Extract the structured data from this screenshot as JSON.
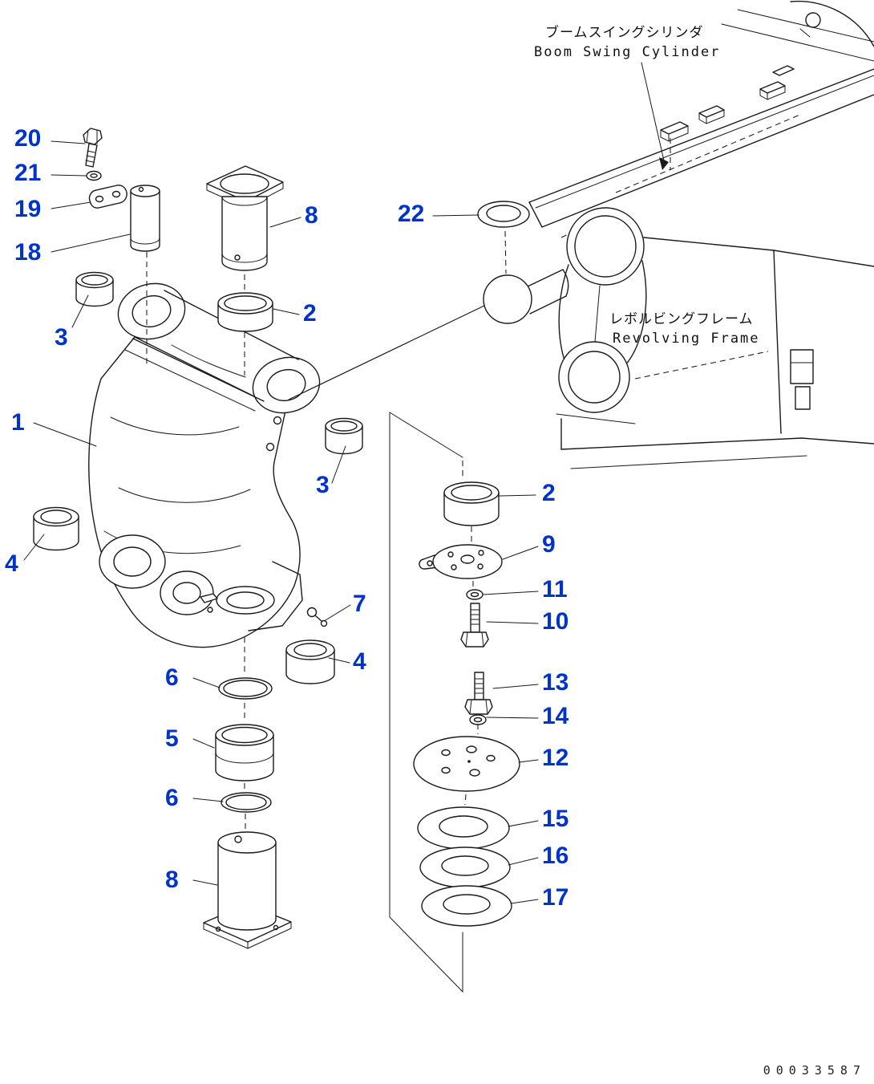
{
  "diagram": {
    "doc_number": "00033587",
    "colors": {
      "callout": "#0033cc",
      "line": "#1a1a1a",
      "background": "#ffffff"
    },
    "labels": {
      "boom_swing_cylinder_jp": "ブームスイングシリンダ",
      "boom_swing_cylinder_en": "Boom Swing Cylinder",
      "revolving_frame_jp": "レボルビングフレーム",
      "revolving_frame_en": "Revolving Frame"
    },
    "callouts": [
      {
        "num": "20"
      },
      {
        "num": "21"
      },
      {
        "num": "19"
      },
      {
        "num": "18"
      },
      {
        "num": "8"
      },
      {
        "num": "22"
      },
      {
        "num": "3"
      },
      {
        "num": "2"
      },
      {
        "num": "1"
      },
      {
        "num": "3"
      },
      {
        "num": "4"
      },
      {
        "num": "2"
      },
      {
        "num": "9"
      },
      {
        "num": "11"
      },
      {
        "num": "10"
      },
      {
        "num": "7"
      },
      {
        "num": "4"
      },
      {
        "num": "6"
      },
      {
        "num": "5"
      },
      {
        "num": "13"
      },
      {
        "num": "14"
      },
      {
        "num": "6"
      },
      {
        "num": "12"
      },
      {
        "num": "15"
      },
      {
        "num": "16"
      },
      {
        "num": "8"
      },
      {
        "num": "17"
      }
    ]
  }
}
